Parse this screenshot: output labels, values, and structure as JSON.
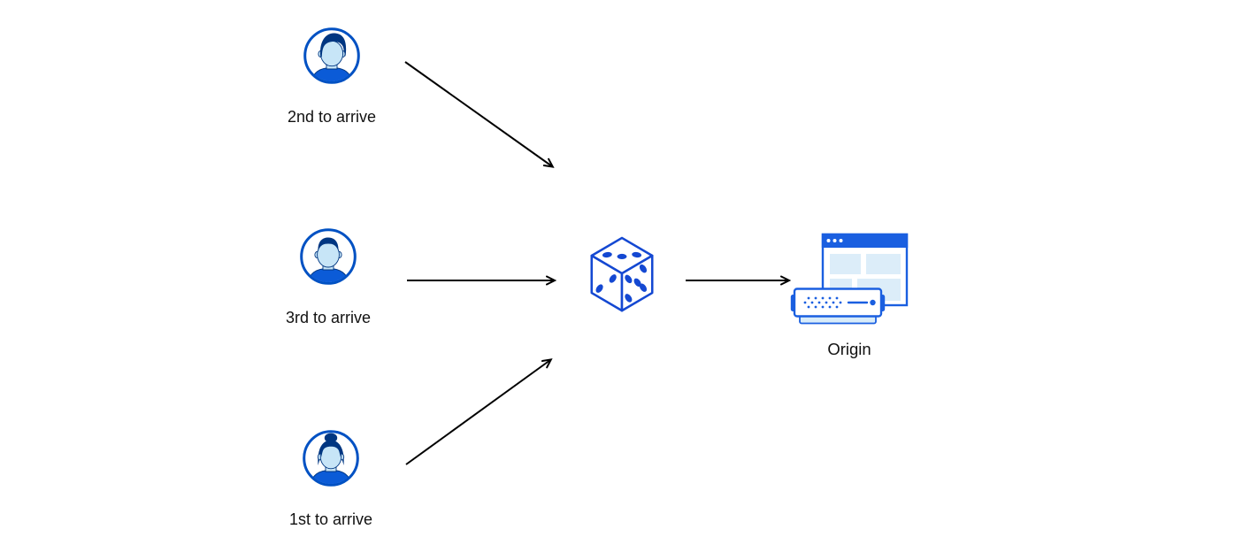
{
  "clients": [
    {
      "label": "2nd to arrive",
      "icon": "avatar-man-swept-hair-icon"
    },
    {
      "label": "3rd to arrive",
      "icon": "avatar-man-flat-top-icon"
    },
    {
      "label": "1st to arrive",
      "icon": "avatar-woman-bun-icon"
    }
  ],
  "selector": {
    "icon": "dice-icon"
  },
  "origin": {
    "label": "Origin",
    "icon": "origin-server-icon"
  },
  "arrows": [
    {
      "name": "arrow-2nd-to-dice",
      "from": "2nd to arrive",
      "to": "dice"
    },
    {
      "name": "arrow-3rd-to-dice",
      "from": "3rd to arrive",
      "to": "dice"
    },
    {
      "name": "arrow-1st-to-dice",
      "from": "1st to arrive",
      "to": "dice"
    },
    {
      "name": "arrow-dice-to-origin",
      "from": "dice",
      "to": "Origin"
    }
  ],
  "colors": {
    "outline_blue": "#0051c3",
    "dark_blue": "#003681",
    "bright_blue": "#1a5fe0",
    "light_blue_fill": "#d9ecf9",
    "lighter_blue_fill": "#e2f0fa",
    "face_fill": "#c7e5f7",
    "shirt_blue": "#0b5bd7",
    "arrow_black": "#000000",
    "background": "#ffffff",
    "text": "#111111"
  }
}
